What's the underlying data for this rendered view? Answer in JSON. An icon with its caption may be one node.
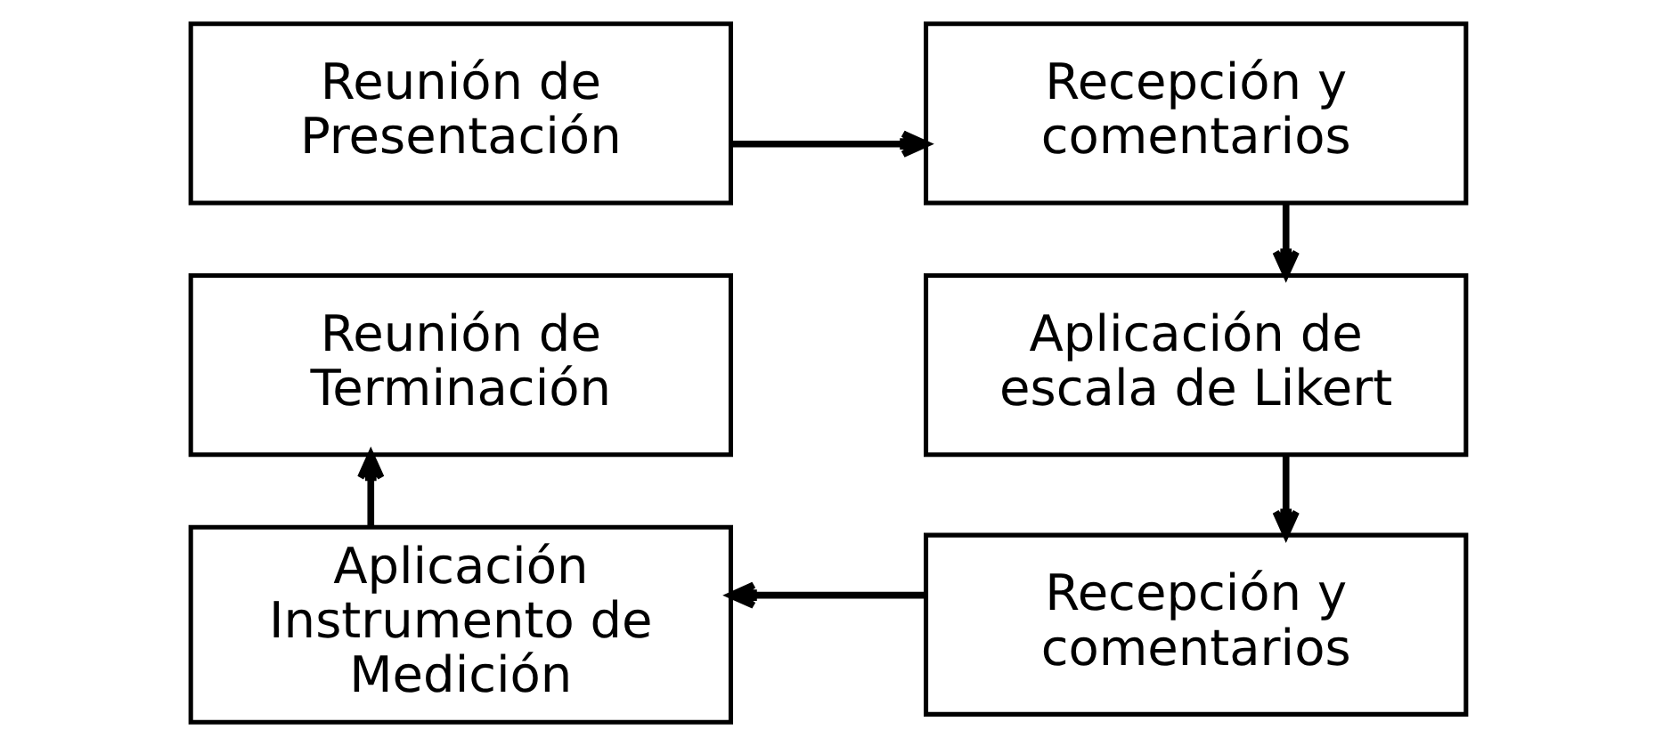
{
  "diagram": {
    "nodes": [
      {
        "text": [
          "Reunión de Presentación"
        ]
      },
      {
        "text": [
          "Recepción y comentarios"
        ]
      },
      {
        "text": [
          "Aplicación de escala de Likert"
        ]
      },
      {
        "text": [
          "Recepción y comentarios"
        ]
      },
      {
        "text": [
          "Aplicación Instrumento de Medición"
        ]
      },
      {
        "text": [
          "Reunión de Terminación"
        ]
      }
    ],
    "edges": [
      {
        "from": 0,
        "to": 1,
        "arrow": "to"
      },
      {
        "from": 1,
        "to": 2,
        "arrow": "to"
      },
      {
        "from": 2,
        "to": 3,
        "arrow": "to"
      },
      {
        "from": 3,
        "to": 4,
        "arrow": "to"
      },
      {
        "from": 4,
        "to": 5,
        "arrow": "to"
      }
    ]
  }
}
